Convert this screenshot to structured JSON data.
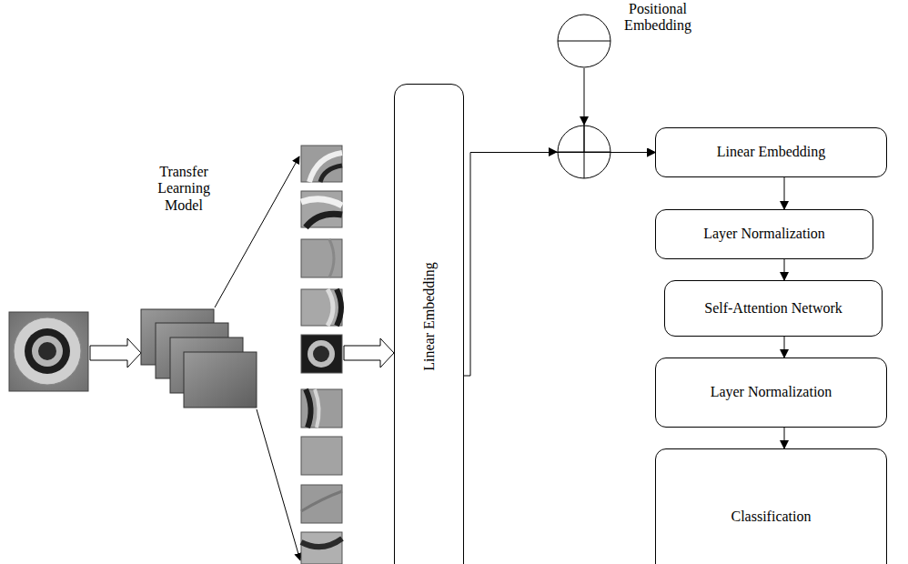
{
  "diagram": {
    "nodes": [
      {
        "text": [
          "Positional Embedding"
        ]
      },
      {
        "text": [
          "Transfer Learning Model"
        ]
      },
      {
        "text": [
          "Linear Embedding"
        ]
      },
      {
        "text": [
          "Linear Embedding"
        ]
      },
      {
        "text": [
          "Layer Normalization"
        ]
      },
      {
        "text": [
          "Self-Attention Network"
        ]
      },
      {
        "text": [
          "Layer Normalization"
        ]
      },
      {
        "text": [
          "Classification"
        ]
      }
    ],
    "edges": [
      {
        "from": 0,
        "to": 3,
        "arrow": "to"
      },
      {
        "from": 2,
        "to": 3,
        "arrow": "to"
      },
      {
        "from": 3,
        "to": 4,
        "arrow": "to"
      },
      {
        "from": 4,
        "to": 5,
        "arrow": "to"
      },
      {
        "from": 5,
        "to": 6,
        "arrow": "to"
      },
      {
        "from": 6,
        "to": 7,
        "arrow": "to"
      }
    ]
  }
}
